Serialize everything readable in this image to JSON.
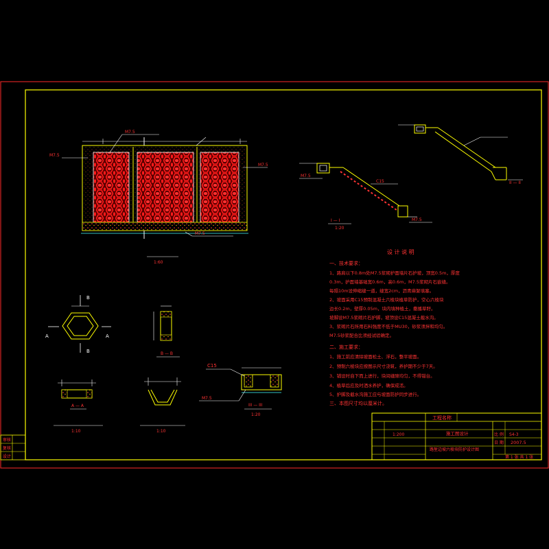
{
  "colors": {
    "background": "#000000",
    "sheet_frame": "#ff2a2a",
    "inner_frame": "#ffff00",
    "hatch": "#ff1a1a",
    "dim_line": "#ffffff",
    "label": "#ff3333",
    "cyan_line": "#44ffff"
  },
  "texts": {
    "elev_label_1": "M7.5",
    "elev_label_left": "M7.5",
    "elev_label_right": "M7.5",
    "elev_label_bottom": "M7.5",
    "elev_caption_scale": "1:60",
    "sec_c15": "C15",
    "sec_m75_a": "M7.5",
    "sec_m75_b": "M7.5",
    "sec_ii": "II — II",
    "sec_i": "I — I",
    "sec_scale": "1:20",
    "hex_mark_b_top": "B",
    "hex_mark_b_bot": "B",
    "hex_mark_a_left": "A",
    "hex_mark_a_right": "A",
    "bb_caption": "B — B",
    "aa_caption": "A — A",
    "aa_scale": "1:10",
    "u_scale": "1:10",
    "sill_c15": "C15",
    "sill_m75": "M7.5",
    "sill_caption": "III — III",
    "sill_scale": "1:20",
    "notes_title": "设 计 说 明",
    "notes_sec1": "一、技术要求：",
    "notes_l1": "1、路肩以下0.8m处M7.5浆砌护面墙片石护坡，顶宽0.5m，厚度",
    "notes_l2": "0.3m，护面墙基础宽0.6m，高0.6m，M7.5浆砌片石嵌缝。",
    "notes_l3": "每隔10m设伸缩缝一道，缝宽2cm，沥青麻絮填塞。",
    "notes_l4": "2、坡面采用C15预制混凝土六棱块植草防护，空心六棱块",
    "notes_l5": "边长0.2m，壁厚0.05m，块内填种植土，撒播草籽。",
    "notes_l6": "坡脚设M7.5浆砌片石护脚，坡顶设C15混凝土截水沟。",
    "notes_l7": "3、浆砌片石所用石料强度不低于MU30，砂浆须拌和均匀。",
    "notes_l8": "M7.5砂浆配合比须经试验确定。",
    "notes_sec2": "二、施工要求：",
    "notes_l9": "1、施工前应清除坡面松土、浮石，整平坡面。",
    "notes_l10": "2、预制六棱块应按图示尺寸浇筑，养护期不少于7天。",
    "notes_l11": "3、铺设时自下而上进行，块间缝隙均匀，不得错台。",
    "notes_l12": "4、植草后应及时洒水养护，确保成活。",
    "notes_l13": "5、护脚及截水沟施工应与坡面防护同步进行。",
    "notes_sec3": "三、本图尺寸均以厘米计。",
    "tb_project_label": "工程名称",
    "tb_stage": "施工图设计",
    "tb_drawing_name": "路堑边坡六棱块防护设计图",
    "tb_scale_label": "比 例",
    "tb_scale_value": "1:200",
    "tb_date_label": "日 期",
    "tb_date_value": "2007.5",
    "tb_sheet": "第 1 张 共 1 张",
    "tb_no_value": "S4-3",
    "stamp_1": "审核",
    "stamp_2": "复核",
    "stamp_3": "设计"
  }
}
